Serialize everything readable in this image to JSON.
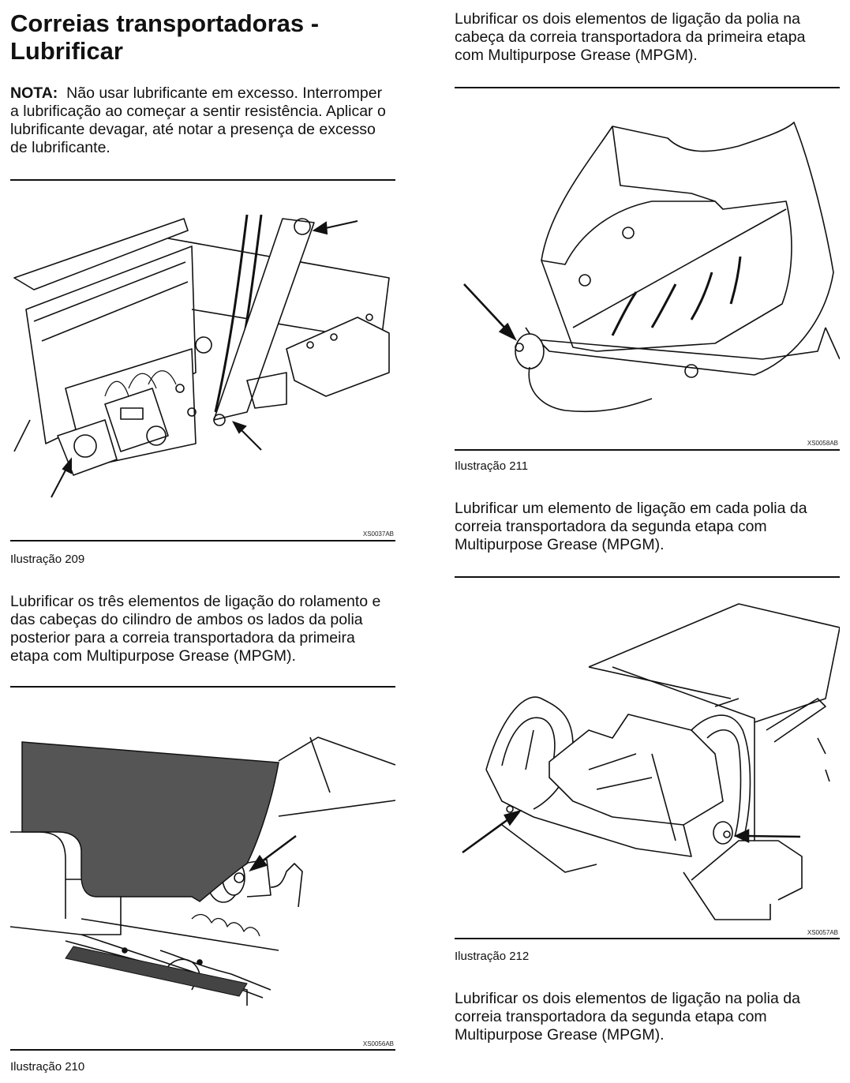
{
  "title": "Correias transportadoras - Lubrificar",
  "note": {
    "label": "NOTA:",
    "text": "Não usar lubrificante em excesso. Interromper a lubrificação ao começar a sentir resistência. Aplicar o lubrificante devagar, até notar a presença de excesso de lubrificante."
  },
  "figures": [
    {
      "code": "XS0037AB",
      "caption": "Ilustração 209"
    },
    {
      "code": "XS0056AB",
      "caption": "Ilustração 210"
    },
    {
      "code": "XS0058AB",
      "caption": "Ilustração 211"
    },
    {
      "code": "XS0057AB",
      "caption": "Ilustração 212"
    }
  ],
  "paragraphs": {
    "rear_pulley": "Lubrificar os três elementos de ligação do rolamento e das cabeças do cilindro de ambos os lados da polia posterior para a correia transportadora da primeira etapa com Multipurpose Grease (MPGM).",
    "head_pulley": "Lubrificar os dois elementos de ligação da polia na cabeça da correia transportadora da primeira etapa com  Multipurpose Grease (MPGM).",
    "second_stage_each": "Lubrificar um elemento de ligação em cada polia da correia transportadora da segunda etapa com Multipurpose Grease (MPGM).",
    "second_stage_two": "Lubrificar os dois elementos de ligação na polia da correia transportadora da segunda etapa com Multipurpose Grease (MPGM)."
  }
}
